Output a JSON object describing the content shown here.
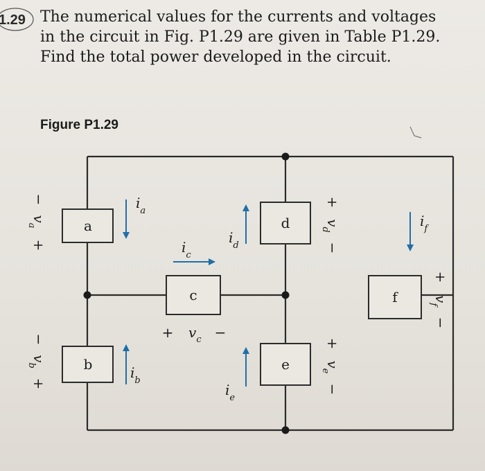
{
  "problem": {
    "number": "1.29",
    "lines": [
      "The numerical values for the currents and voltages",
      "in the circuit in Fig. P1.29 are given in Table P1.29.",
      "Find the total power developed in the circuit."
    ]
  },
  "figure": {
    "caption": "Figure P1.29",
    "elements": {
      "a": "a",
      "b": "b",
      "c": "c",
      "d": "d",
      "e": "e",
      "f": "f"
    },
    "variable_symbols": {
      "voltage": "v",
      "current": "i"
    },
    "subscripts": {
      "a": "a",
      "b": "b",
      "c": "c",
      "d": "d",
      "e": "e",
      "f": "f"
    },
    "polarity": {
      "plus": "+",
      "minus": "−"
    }
  },
  "colors": {
    "wire": "#2b2b2b",
    "arrow": "#1f6fa8",
    "text": "#1b1b1b"
  }
}
